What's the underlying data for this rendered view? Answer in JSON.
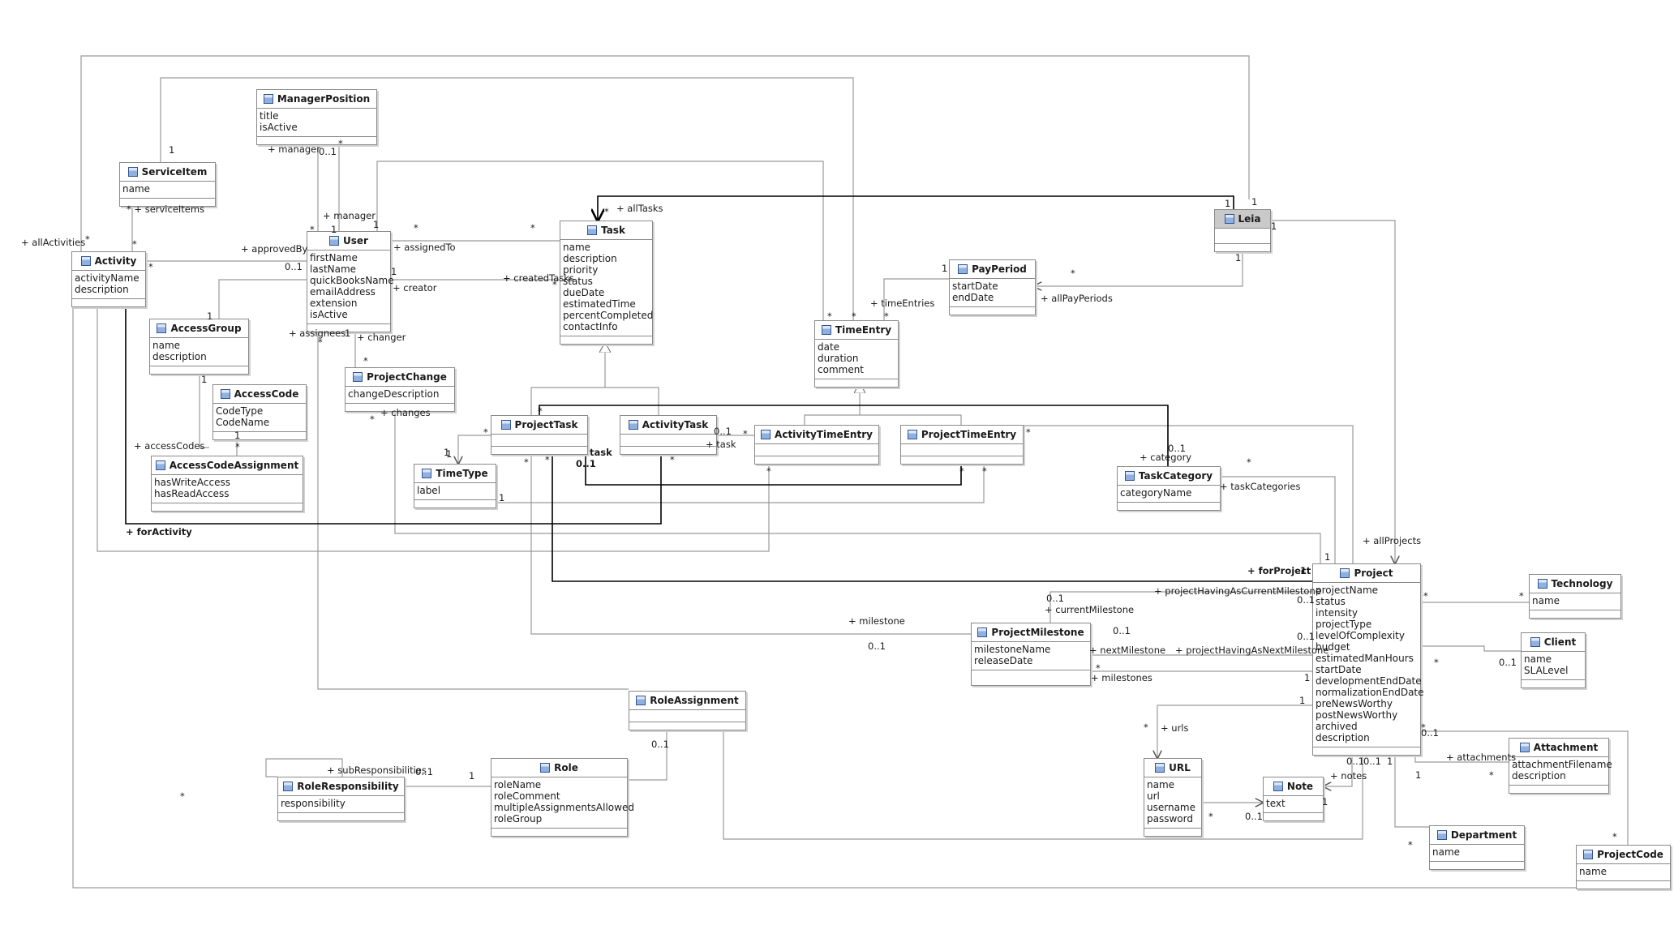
{
  "classes": {
    "manager_position": {
      "name": "ManagerPosition",
      "attributes": [
        "title",
        "isActive"
      ]
    },
    "service_item": {
      "name": "ServiceItem",
      "attributes": [
        "name"
      ]
    },
    "activity": {
      "name": "Activity",
      "attributes": [
        "activityName",
        "description"
      ]
    },
    "user": {
      "name": "User",
      "attributes": [
        "firstName",
        "lastName",
        "quickBooksName",
        "emailAddress",
        "extension",
        "isActive"
      ]
    },
    "task": {
      "name": "Task",
      "attributes": [
        "name",
        "description",
        "priority",
        "status",
        "dueDate",
        "estimatedTime",
        "percentCompleted",
        "contactInfo"
      ]
    },
    "leia": {
      "name": "Leia",
      "attributes": []
    },
    "pay_period": {
      "name": "PayPeriod",
      "attributes": [
        "startDate",
        "endDate"
      ]
    },
    "time_entry": {
      "name": "TimeEntry",
      "attributes": [
        "date",
        "duration",
        "comment"
      ]
    },
    "access_group": {
      "name": "AccessGroup",
      "attributes": [
        "name",
        "description"
      ]
    },
    "project_change": {
      "name": "ProjectChange",
      "attributes": [
        "changeDescription"
      ]
    },
    "access_code": {
      "name": "AccessCode",
      "attributes": [
        "CodeType",
        "CodeName"
      ]
    },
    "access_code_assignment": {
      "name": "AccessCodeAssignment",
      "attributes": [
        "hasWriteAccess",
        "hasReadAccess"
      ]
    },
    "project_task": {
      "name": "ProjectTask",
      "attributes": []
    },
    "activity_task": {
      "name": "ActivityTask",
      "attributes": []
    },
    "activity_time_entry": {
      "name": "ActivityTimeEntry",
      "attributes": []
    },
    "project_time_entry": {
      "name": "ProjectTimeEntry",
      "attributes": []
    },
    "time_type": {
      "name": "TimeType",
      "attributes": [
        "label"
      ]
    },
    "task_category": {
      "name": "TaskCategory",
      "attributes": [
        "categoryName"
      ]
    },
    "project": {
      "name": "Project",
      "attributes": [
        "projectName",
        "status",
        "intensity",
        "projectType",
        "levelOfComplexity",
        "budget",
        "estimatedManHours",
        "startDate",
        "developmentEndDate",
        "normalizationEndDate",
        "preNewsWorthy",
        "postNewsWorthy",
        "archived",
        "description"
      ]
    },
    "technology": {
      "name": "Technology",
      "attributes": [
        "name"
      ]
    },
    "client": {
      "name": "Client",
      "attributes": [
        "name",
        "SLALevel"
      ]
    },
    "project_milestone": {
      "name": "ProjectMilestone",
      "attributes": [
        "milestoneName",
        "releaseDate"
      ]
    },
    "role_assignment": {
      "name": "RoleAssignment",
      "attributes": []
    },
    "attachment": {
      "name": "Attachment",
      "attributes": [
        "attachmentFilename",
        "description"
      ]
    },
    "role_responsibility": {
      "name": "RoleResponsibility",
      "attributes": [
        "responsibility"
      ]
    },
    "role": {
      "name": "Role",
      "attributes": [
        "roleName",
        "roleComment",
        "multipleAssignmentsAllowed",
        "roleGroup"
      ]
    },
    "url": {
      "name": "URL",
      "attributes": [
        "name",
        "url",
        "username",
        "password"
      ]
    },
    "note": {
      "name": "Note",
      "attributes": [
        "text"
      ]
    },
    "department": {
      "name": "Department",
      "attributes": [
        "name"
      ]
    },
    "project_code": {
      "name": "ProjectCode",
      "attributes": [
        "name"
      ]
    }
  },
  "labels": [
    {
      "t": "1"
    },
    {
      "t": "+ manager"
    },
    {
      "t": "0..1"
    },
    {
      "t": "*"
    },
    {
      "t": "+ manager"
    },
    {
      "t": "*"
    },
    {
      "t": "1"
    },
    {
      "t": "1"
    },
    {
      "t": "* + serviceItems"
    },
    {
      "t": "*"
    },
    {
      "t": "+ allActivities"
    },
    {
      "t": "*"
    },
    {
      "t": "+ approvedBy"
    },
    {
      "t": "*"
    },
    {
      "t": "0..1"
    },
    {
      "t": "*"
    },
    {
      "t": "+ assignedTo"
    },
    {
      "t": "*"
    },
    {
      "t": "1"
    },
    {
      "t": "+ creator"
    },
    {
      "t": "+ createdTasks"
    },
    {
      "t": "*"
    },
    {
      "t": "*"
    },
    {
      "t": "+ allTasks"
    },
    {
      "t": "1"
    },
    {
      "t": "1"
    },
    {
      "t": "1"
    },
    {
      "t": "1"
    },
    {
      "t": "*"
    },
    {
      "t": "+ allPayPeriods"
    },
    {
      "t": "1"
    },
    {
      "t": "+ timeEntries"
    },
    {
      "t": "*"
    },
    {
      "t": "*"
    },
    {
      "t": "*"
    },
    {
      "t": "+ assignees"
    },
    {
      "t": "1"
    },
    {
      "t": "+ changer"
    },
    {
      "t": "*"
    },
    {
      "t": "1"
    },
    {
      "t": "1"
    },
    {
      "t": "*"
    },
    {
      "t": "1"
    },
    {
      "t": "+ accessCodes"
    },
    {
      "t": "*"
    },
    {
      "t": "1"
    },
    {
      "t": "*"
    },
    {
      "t": "+ changes"
    },
    {
      "t": "*"
    },
    {
      "t": "*"
    },
    {
      "t": "*"
    },
    {
      "t": "0..1"
    },
    {
      "t": "+ task"
    },
    {
      "t": "task"
    },
    {
      "t": "0..1"
    },
    {
      "t": "*"
    },
    {
      "t": "*"
    },
    {
      "t": "0..1"
    },
    {
      "t": "+ category"
    },
    {
      "t": "+ taskCategories"
    },
    {
      "t": "*"
    },
    {
      "t": "1"
    },
    {
      "t": "*"
    },
    {
      "t": "*"
    },
    {
      "t": "*"
    },
    {
      "t": "1"
    },
    {
      "t": "*"
    },
    {
      "t": "*"
    },
    {
      "t": "+ forActivity"
    },
    {
      "t": "+ allProjects"
    },
    {
      "t": "+ forProject"
    },
    {
      "t": "1"
    },
    {
      "t": "1"
    },
    {
      "t": "+ projectHavingAsCurrentMilestone"
    },
    {
      "t": "0..1"
    },
    {
      "t": "0..1"
    },
    {
      "t": "+ currentMilestone"
    },
    {
      "t": "+ milestone"
    },
    {
      "t": "0..1"
    },
    {
      "t": "0..1"
    },
    {
      "t": "+ nextMilestone"
    },
    {
      "t": "+ projectHavingAsNextMilestone"
    },
    {
      "t": "0..1"
    },
    {
      "t": "*"
    },
    {
      "t": "+ milestones"
    },
    {
      "t": "1"
    },
    {
      "t": "*"
    },
    {
      "t": "*"
    },
    {
      "t": "0..1"
    },
    {
      "t": "*"
    },
    {
      "t": "+ urls"
    },
    {
      "t": "1"
    },
    {
      "t": "*"
    },
    {
      "t": "+ attachments"
    },
    {
      "t": "1"
    },
    {
      "t": "*"
    },
    {
      "t": "*"
    },
    {
      "t": "+ notes"
    },
    {
      "t": "1"
    },
    {
      "t": "0..1"
    },
    {
      "t": "*"
    },
    {
      "t": "0..1"
    },
    {
      "t": "1"
    },
    {
      "t": "*"
    },
    {
      "t": "0..1"
    },
    {
      "t": "*"
    },
    {
      "t": "0..1"
    },
    {
      "t": "+ subResponsibilities"
    },
    {
      "t": "*"
    },
    {
      "t": "0..1"
    },
    {
      "t": "1"
    },
    {
      "t": "0..1"
    }
  ]
}
